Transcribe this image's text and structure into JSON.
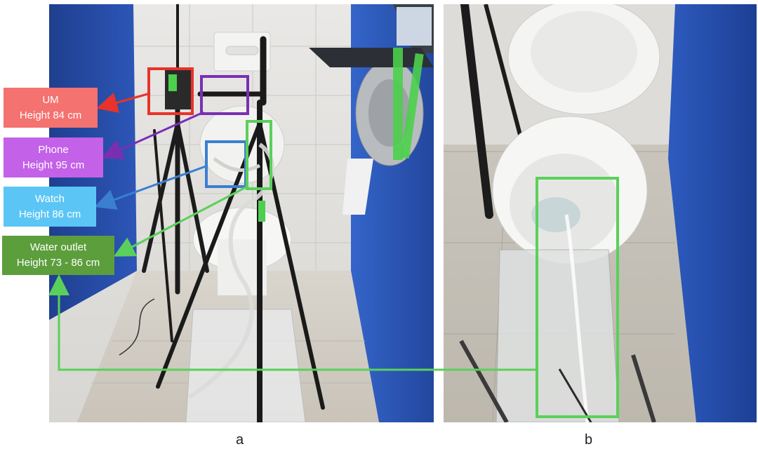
{
  "labels": {
    "um": {
      "line1": "UM",
      "line2": "Height 84 cm"
    },
    "phone": {
      "line1": "Phone",
      "line2": "Height 95 cm"
    },
    "watch": {
      "line1": "Watch",
      "line2": "Height 86 cm"
    },
    "water_outlet": {
      "line1": "Water outlet",
      "line2": "Height 73 - 86 cm"
    }
  },
  "captions": {
    "a": "a",
    "b": "b"
  },
  "colors": {
    "um": "#f4726f",
    "phone": "#c361e8",
    "watch": "#5bc6f5",
    "water_outlet": "#5c9e3c",
    "um_box": "#e8332a",
    "phone_box": "#7a2fb3",
    "watch_box": "#3b7fd1",
    "water_box": "#5ad05a"
  }
}
